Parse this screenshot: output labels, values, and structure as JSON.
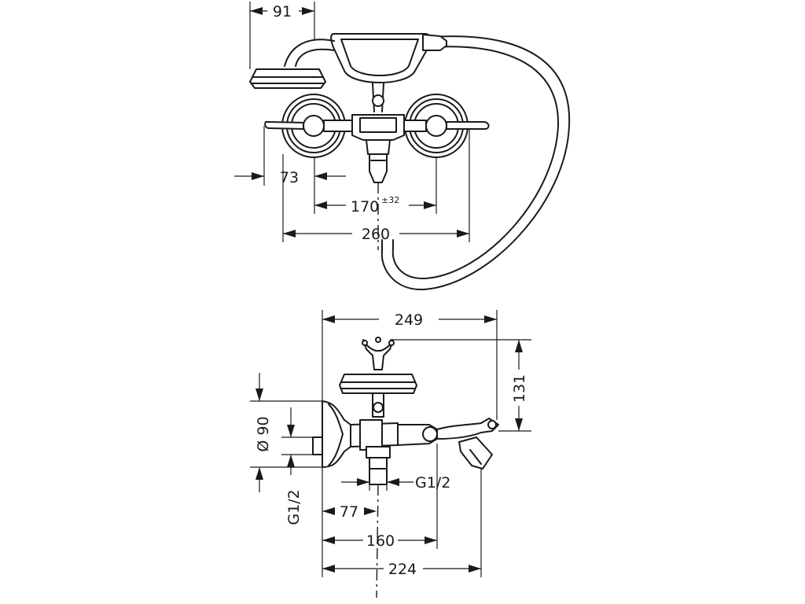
{
  "top_view": {
    "dim_handshower_width": "91",
    "dim_left_offset": "73",
    "dim_centres": "170",
    "dim_centres_tolerance": "±32",
    "dim_overall_width": "260"
  },
  "side_view": {
    "dim_depth_total": "249",
    "dim_height": "131",
    "dim_rosette_diameter": "Ø 90",
    "dim_connection_left": "G1/2",
    "dim_connection_bottom": "G1/2",
    "dim_offset_77": "77",
    "dim_offset_160": "160",
    "dim_offset_224": "224"
  }
}
